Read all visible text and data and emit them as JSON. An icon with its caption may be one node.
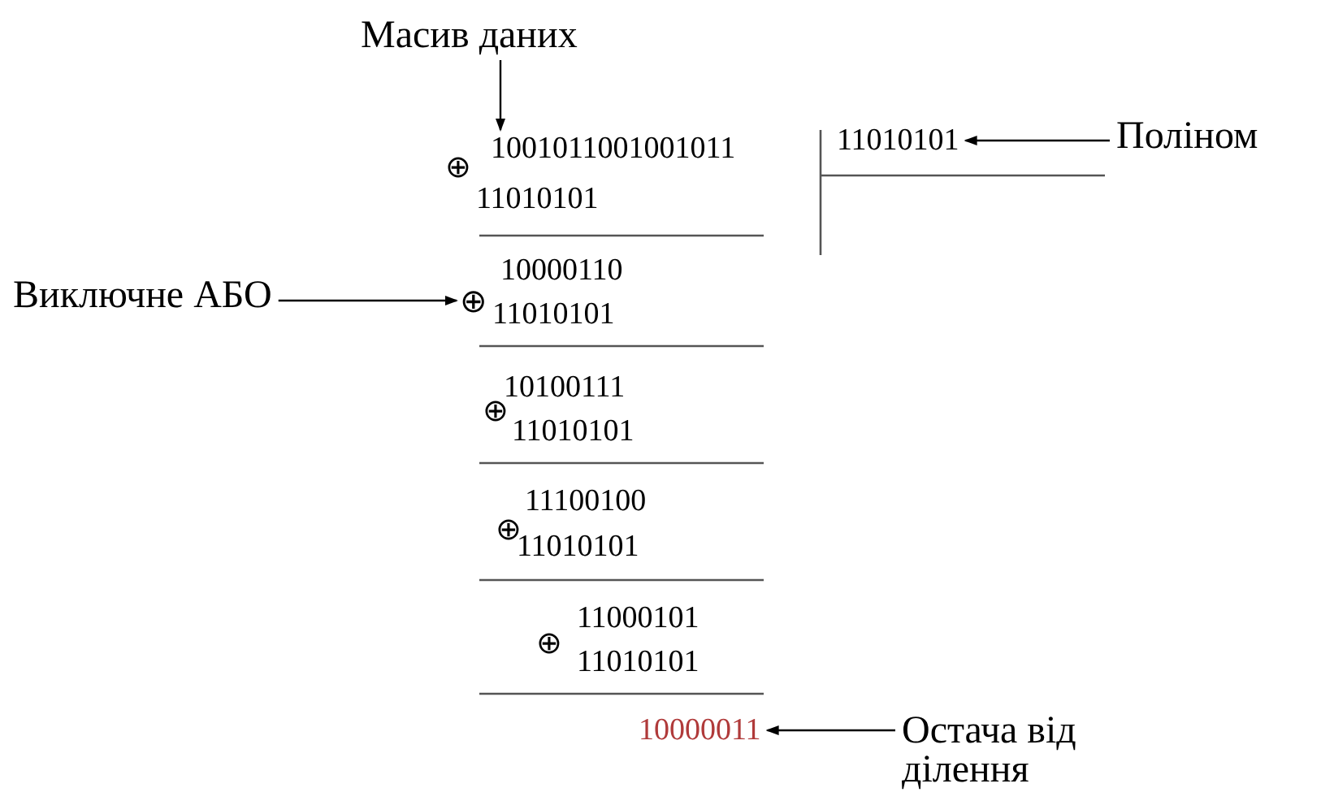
{
  "diagram": {
    "nodes": [
      {
        "text": [
          "Масив даних"
        ]
      },
      {
        "text": [
          "1001011001001011"
        ]
      },
      {
        "text": [
          "11010101"
        ]
      },
      {
        "text": [
          "Поліном"
        ]
      },
      {
        "text": [
          "Виключне АБО"
        ]
      },
      {
        "text": [
          "⊕"
        ]
      },
      {
        "text": [
          "10000011"
        ]
      },
      {
        "text": [
          "Остача від ділення"
        ]
      }
    ],
    "edges": [
      {
        "from": 0,
        "to": 1,
        "arrow": "to"
      },
      {
        "from": 3,
        "to": 2,
        "arrow": "to"
      },
      {
        "from": 4,
        "to": 5,
        "arrow": "to"
      },
      {
        "from": 7,
        "to": 6,
        "arrow": "to"
      }
    ],
    "labels": [
      "⊕",
      "11010101",
      "10000110",
      "11010101",
      "⊕",
      "10100111",
      "11010101",
      "⊕",
      "11100100",
      "11010101",
      "⊕",
      "11000101",
      "11010101"
    ]
  }
}
